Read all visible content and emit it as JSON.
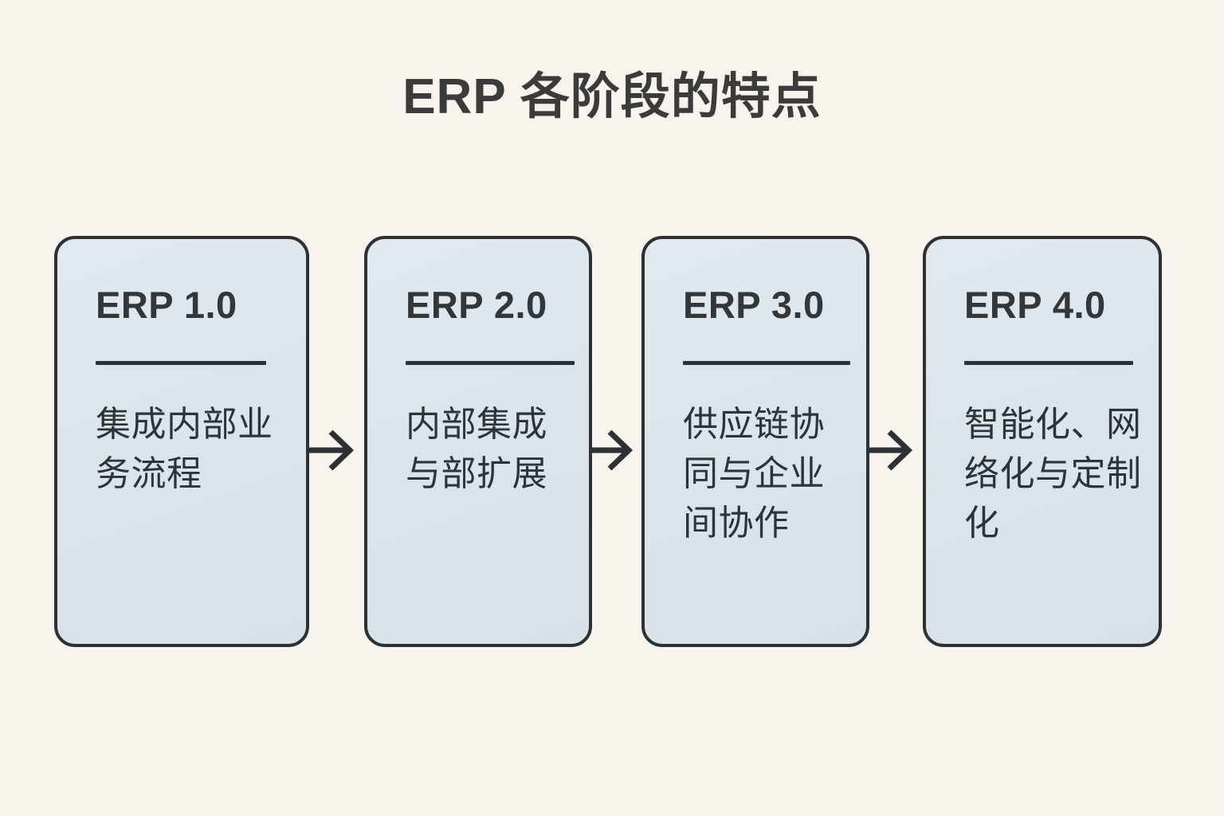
{
  "page": {
    "title": "ERP 各阶段的特点",
    "background_color": "#f8f3ec",
    "card_fill_color": "#dde5eb",
    "stroke_color": "#2c3135",
    "text_color": "#32373b"
  },
  "flow": {
    "type": "linear-process-flow",
    "connector_icon": "arrow-right-icon",
    "stages": [
      {
        "id": "erp-1",
        "title": "ERP 1.0",
        "description": "集成内部业务流程"
      },
      {
        "id": "erp-2",
        "title": "ERP 2.0",
        "description": "内部集成与部扩展"
      },
      {
        "id": "erp-3",
        "title": "ERP 3.0",
        "description": "供应链协同与企业间协作"
      },
      {
        "id": "erp-4",
        "title": "ERP 4.0",
        "description": "智能化、网络化与定制化"
      }
    ],
    "connectors": [
      {
        "from": "ERP 1.0",
        "to": "ERP 2.0"
      },
      {
        "from": "ERP 2.0",
        "to": "ERP 3.0"
      },
      {
        "from": "ERP 3.0",
        "to": "ERP 4.0"
      }
    ]
  }
}
